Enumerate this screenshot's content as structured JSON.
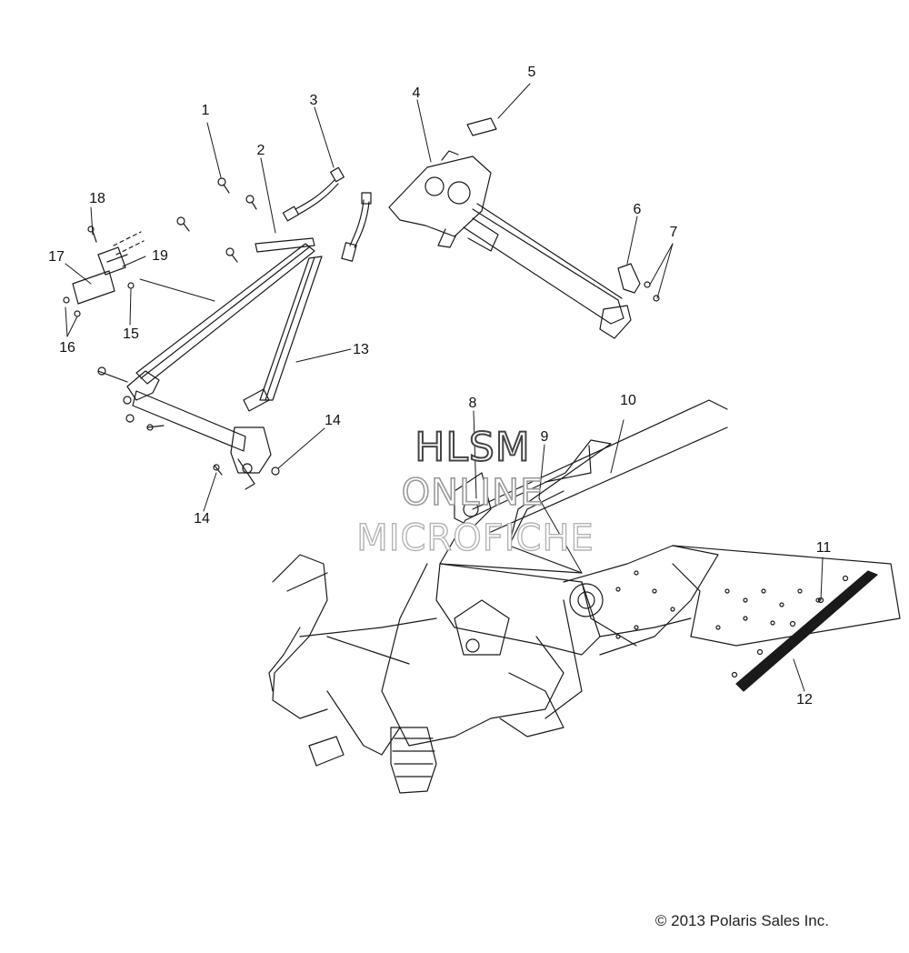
{
  "diagram": {
    "callouts": [
      "1",
      "2",
      "3",
      "4",
      "5",
      "6",
      "7",
      "8",
      "9",
      "10",
      "11",
      "12",
      "13",
      "14",
      "14",
      "15",
      "16",
      "17",
      "18",
      "19"
    ],
    "watermark": {
      "line1": "HLSM",
      "line2": "ONLINE",
      "line3": "MICROFICHE"
    },
    "copyright": "© 2013 Polaris Sales Inc."
  }
}
